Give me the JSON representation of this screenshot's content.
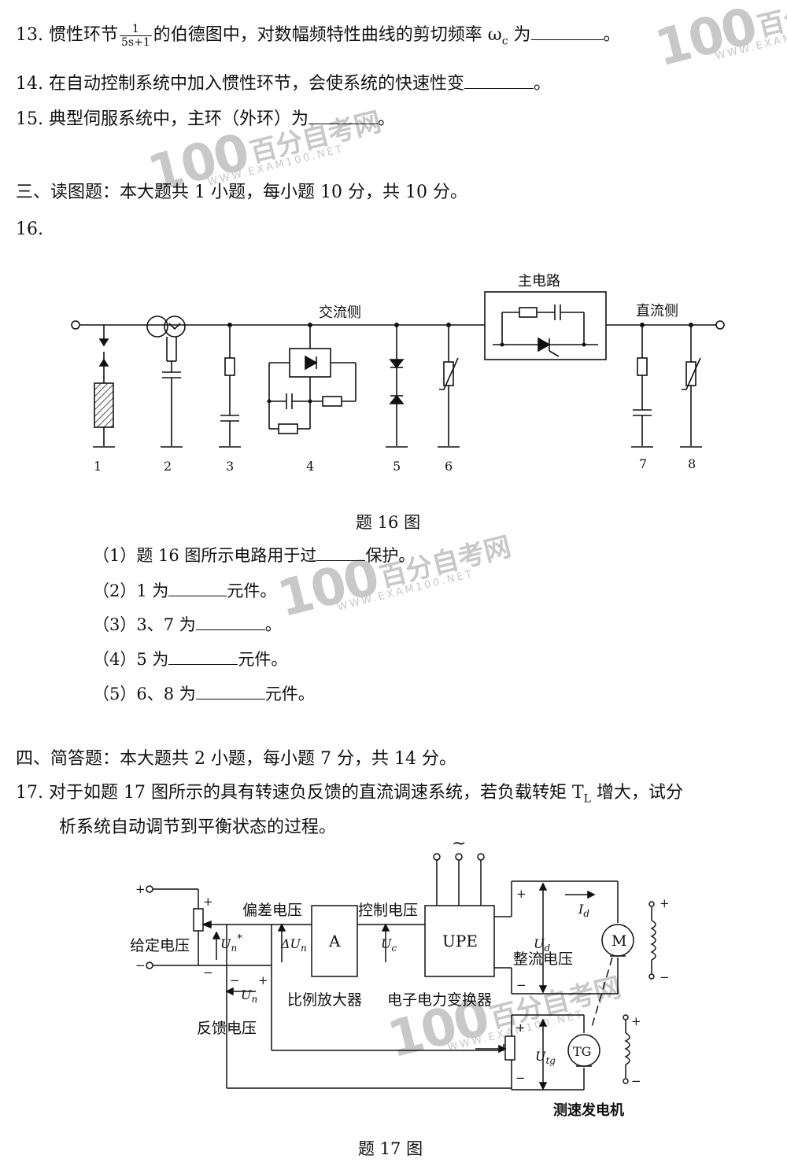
{
  "q13": {
    "num": "13.",
    "text_a": "惯性环节",
    "frac_num": "1",
    "frac_den": "5s+1",
    "text_b": "的伯德图中，对数幅频特性曲线的剪切频率 ω",
    "sub_c": "c",
    "text_c": " 为",
    "end": "。"
  },
  "q14": {
    "num": "14.",
    "text": "在自动控制系统中加入惯性环节，会使系统的快速性变",
    "end": "。"
  },
  "q15": {
    "num": "15.",
    "text": "典型伺服系统中，主环（外环）为",
    "end": "。"
  },
  "section3": "三、读图题：本大题共 1 小题，每小题 10 分，共 10 分。",
  "q16_num": "16.",
  "fig16": {
    "label_main": "主电路",
    "label_ac": "交流侧",
    "label_dc": "直流侧",
    "numbers": [
      "1",
      "2",
      "3",
      "4",
      "5",
      "6",
      "7",
      "8"
    ],
    "caption": "题 16 图"
  },
  "q16_sub": [
    {
      "a": "（1）题 16 图所示电路用于过",
      "b": "保护。"
    },
    {
      "a": "（2）1 为",
      "b": "元件。"
    },
    {
      "a": "（3）3、7 为",
      "b": "。"
    },
    {
      "a": "（4）5 为",
      "b": "元件。"
    },
    {
      "a": "（5）6、8 为",
      "b": "元件。"
    }
  ],
  "section4": "四、简答题：本大题共 2 小题，每小题 7 分，共 14 分。",
  "q17": {
    "num": "17.",
    "line1_a": "对于如题 17 图所示的具有转速负反馈的直流调速系统，若负载转矩 T",
    "sub_l": "L",
    "line1_b": " 增大，试分",
    "line2": "析系统自动调节到平衡状态的过程。"
  },
  "fig17": {
    "ac_symbol": "~",
    "label_deviation": "偏差电压",
    "label_control": "控制电压",
    "label_given": "给定电压",
    "label_feedback": "反馈电压",
    "label_amp": "比例放大器",
    "label_converter": "电子电力变换器",
    "label_rectified": "整流电压",
    "label_tacho": "测速发电机",
    "box_a": "A",
    "box_upe": "UPE",
    "motor_m": "M",
    "tacho_tg": "TG",
    "sym_un_star": "U",
    "sub_un_star": "n",
    "sup_star": "*",
    "sym_delta_un": "ΔU",
    "sub_delta_un": "n",
    "sym_uc": "U",
    "sub_uc": "c",
    "sym_ud": "U",
    "sub_ud": "d",
    "sym_id": "I",
    "sub_id": "d",
    "sym_un": "U",
    "sub_un": "n",
    "sym_utg": "U",
    "sub_utg": "tg",
    "plus": "+",
    "minus": "−",
    "caption": "题 17 图"
  },
  "watermark": {
    "logo": "100",
    "cn": "百分自考网",
    "url": "WWW.EXAM100.NET"
  },
  "colors": {
    "ink": "#111111",
    "watermark": "#c8c8c8"
  }
}
